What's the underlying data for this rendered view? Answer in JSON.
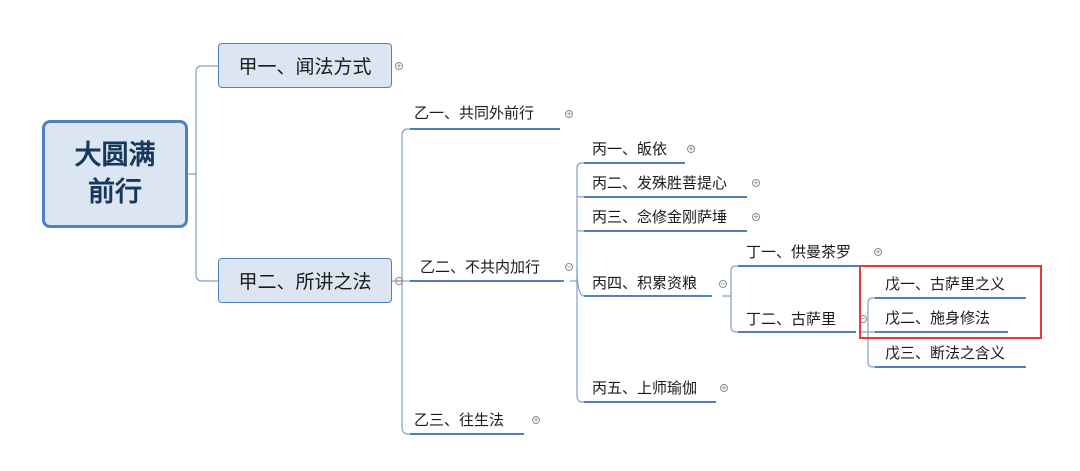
{
  "root": {
    "label": "大圆满前行"
  },
  "jia1": {
    "label": "甲一、闻法方式"
  },
  "jia2": {
    "label": "甲二、所讲之法"
  },
  "yi1": {
    "label": "乙一、共同外前行"
  },
  "yi2": {
    "label": "乙二、不共内加行"
  },
  "yi3": {
    "label": "乙三、往生法"
  },
  "bing1": {
    "label": "丙一、皈依"
  },
  "bing2": {
    "label": "丙二、发殊胜菩提心"
  },
  "bing3": {
    "label": "丙三、念修金刚萨埵"
  },
  "bing4": {
    "label": "丙四、积累资粮"
  },
  "bing5": {
    "label": "丙五、上师瑜伽"
  },
  "ding1": {
    "label": "丁一、供曼茶罗"
  },
  "ding2": {
    "label": "丁二、古萨里"
  },
  "wu1": {
    "label": "戊一、古萨里之义"
  },
  "wu2": {
    "label": "戊二、施身修法"
  },
  "wu3": {
    "label": "戊三、断法之含义"
  },
  "glyphs": {
    "expand": "+",
    "collapse": "−"
  },
  "colors": {
    "connector": "#7f9fc6",
    "underline": "#4f81bd",
    "highlight": "#e43b3b",
    "node_fill": "#dce6f2"
  }
}
